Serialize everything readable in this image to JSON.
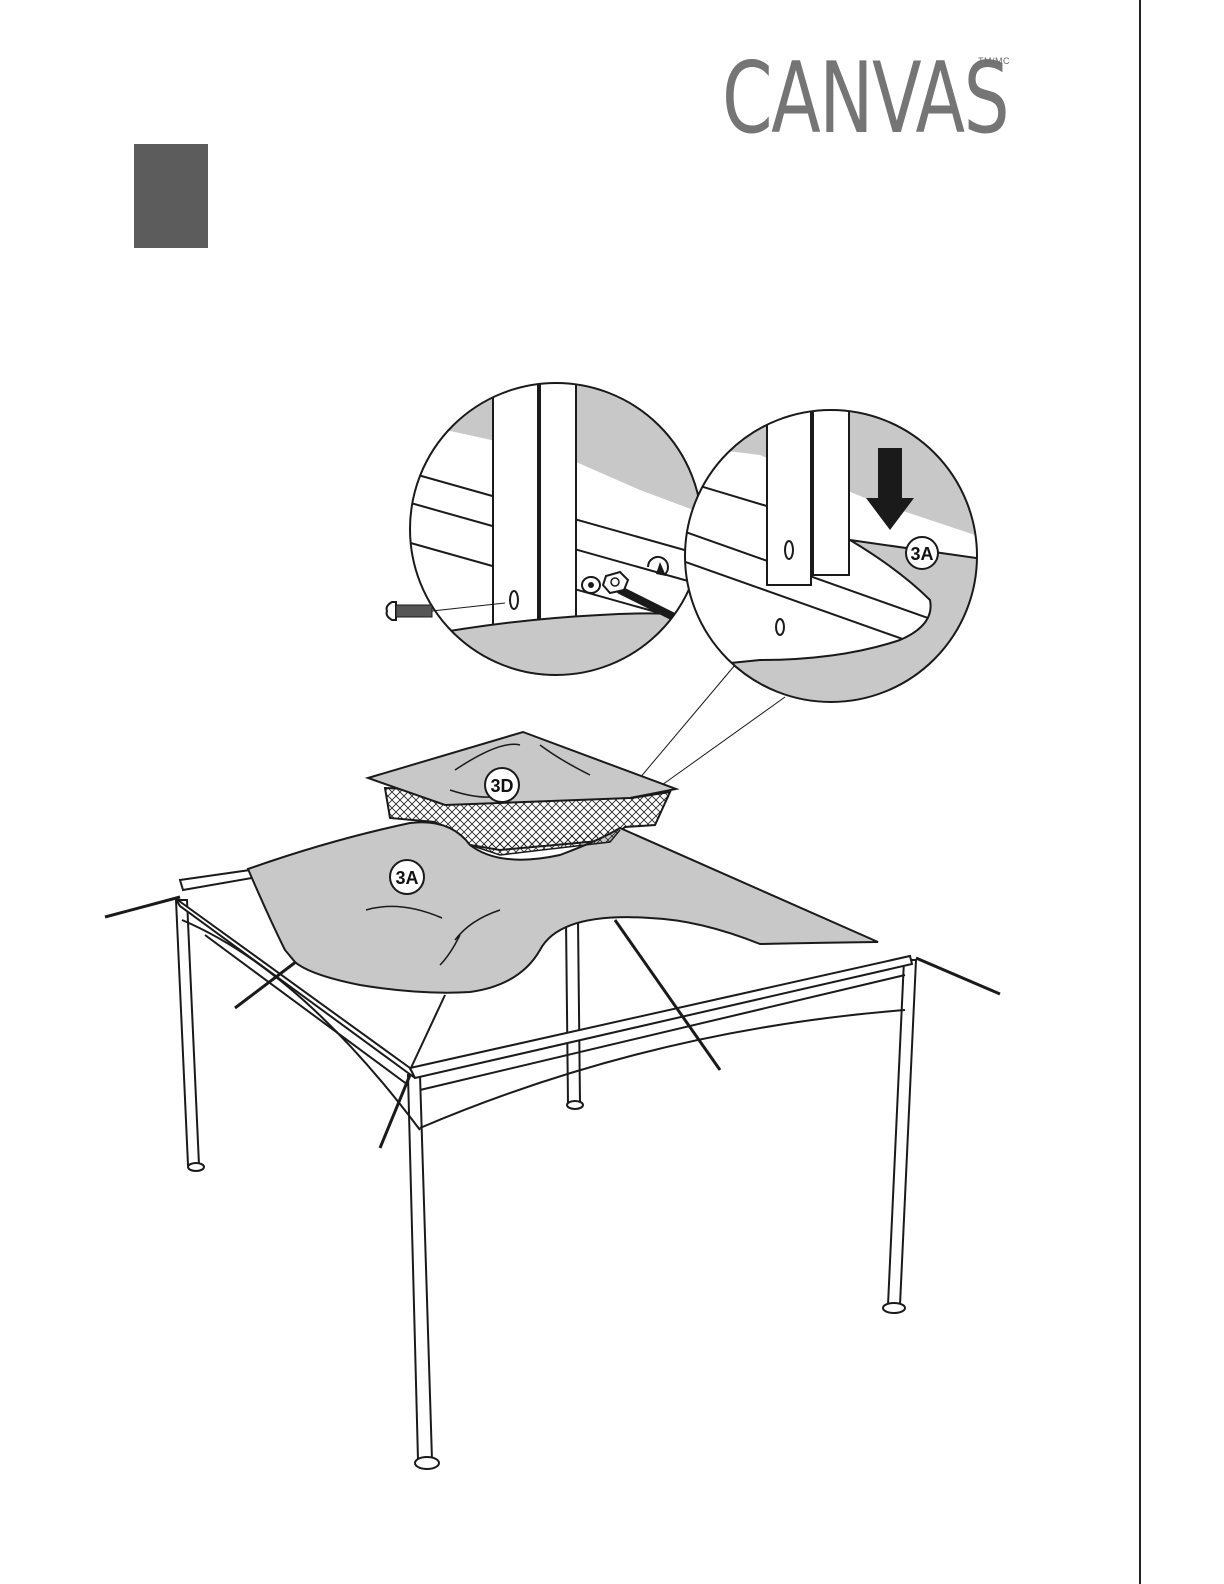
{
  "brand": {
    "name": "CANVAS",
    "trademark": "TM/MC"
  },
  "colors": {
    "canopy": "#c8c8c8",
    "frame": "#ffffff",
    "ink": "#1a1a1a",
    "step_block": "#5c5c5c",
    "logo": "#757575"
  },
  "labels": {
    "top_canopy": "3D",
    "main_canopy": "3A",
    "detail_canopy": "3A"
  },
  "icons": {
    "arrow": "down-arrow-icon",
    "rotate": "rotate-icon",
    "bolt": "bolt-icon"
  }
}
